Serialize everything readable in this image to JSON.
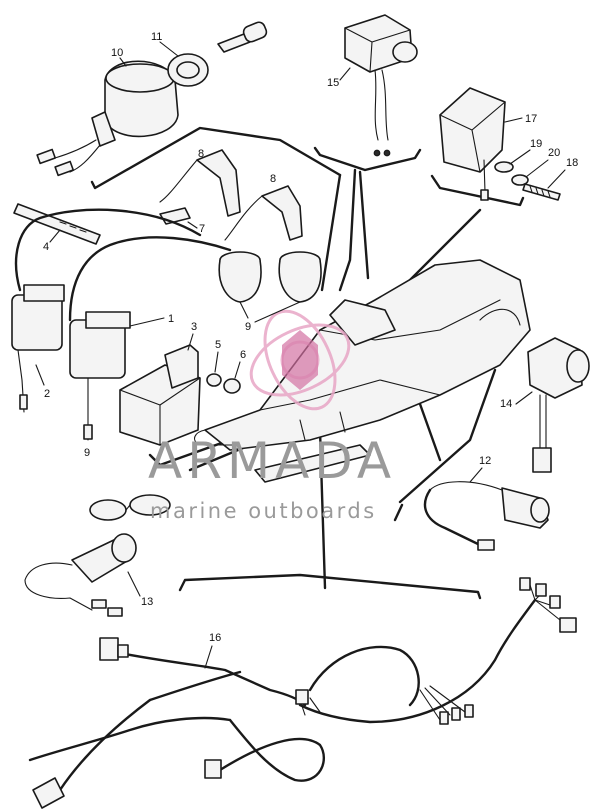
{
  "diagram": {
    "callouts": [
      "1",
      "2",
      "3",
      "4",
      "5",
      "6",
      "7",
      "8",
      "8",
      "9",
      "9",
      "10",
      "11",
      "12",
      "13",
      "14",
      "15",
      "16",
      "17",
      "18",
      "19",
      "20"
    ]
  },
  "watermark": {
    "title": "ARMADA",
    "subtitle": "marine outboards",
    "accent_color": "#d26ea0",
    "text_color": "#9a9a9a"
  }
}
